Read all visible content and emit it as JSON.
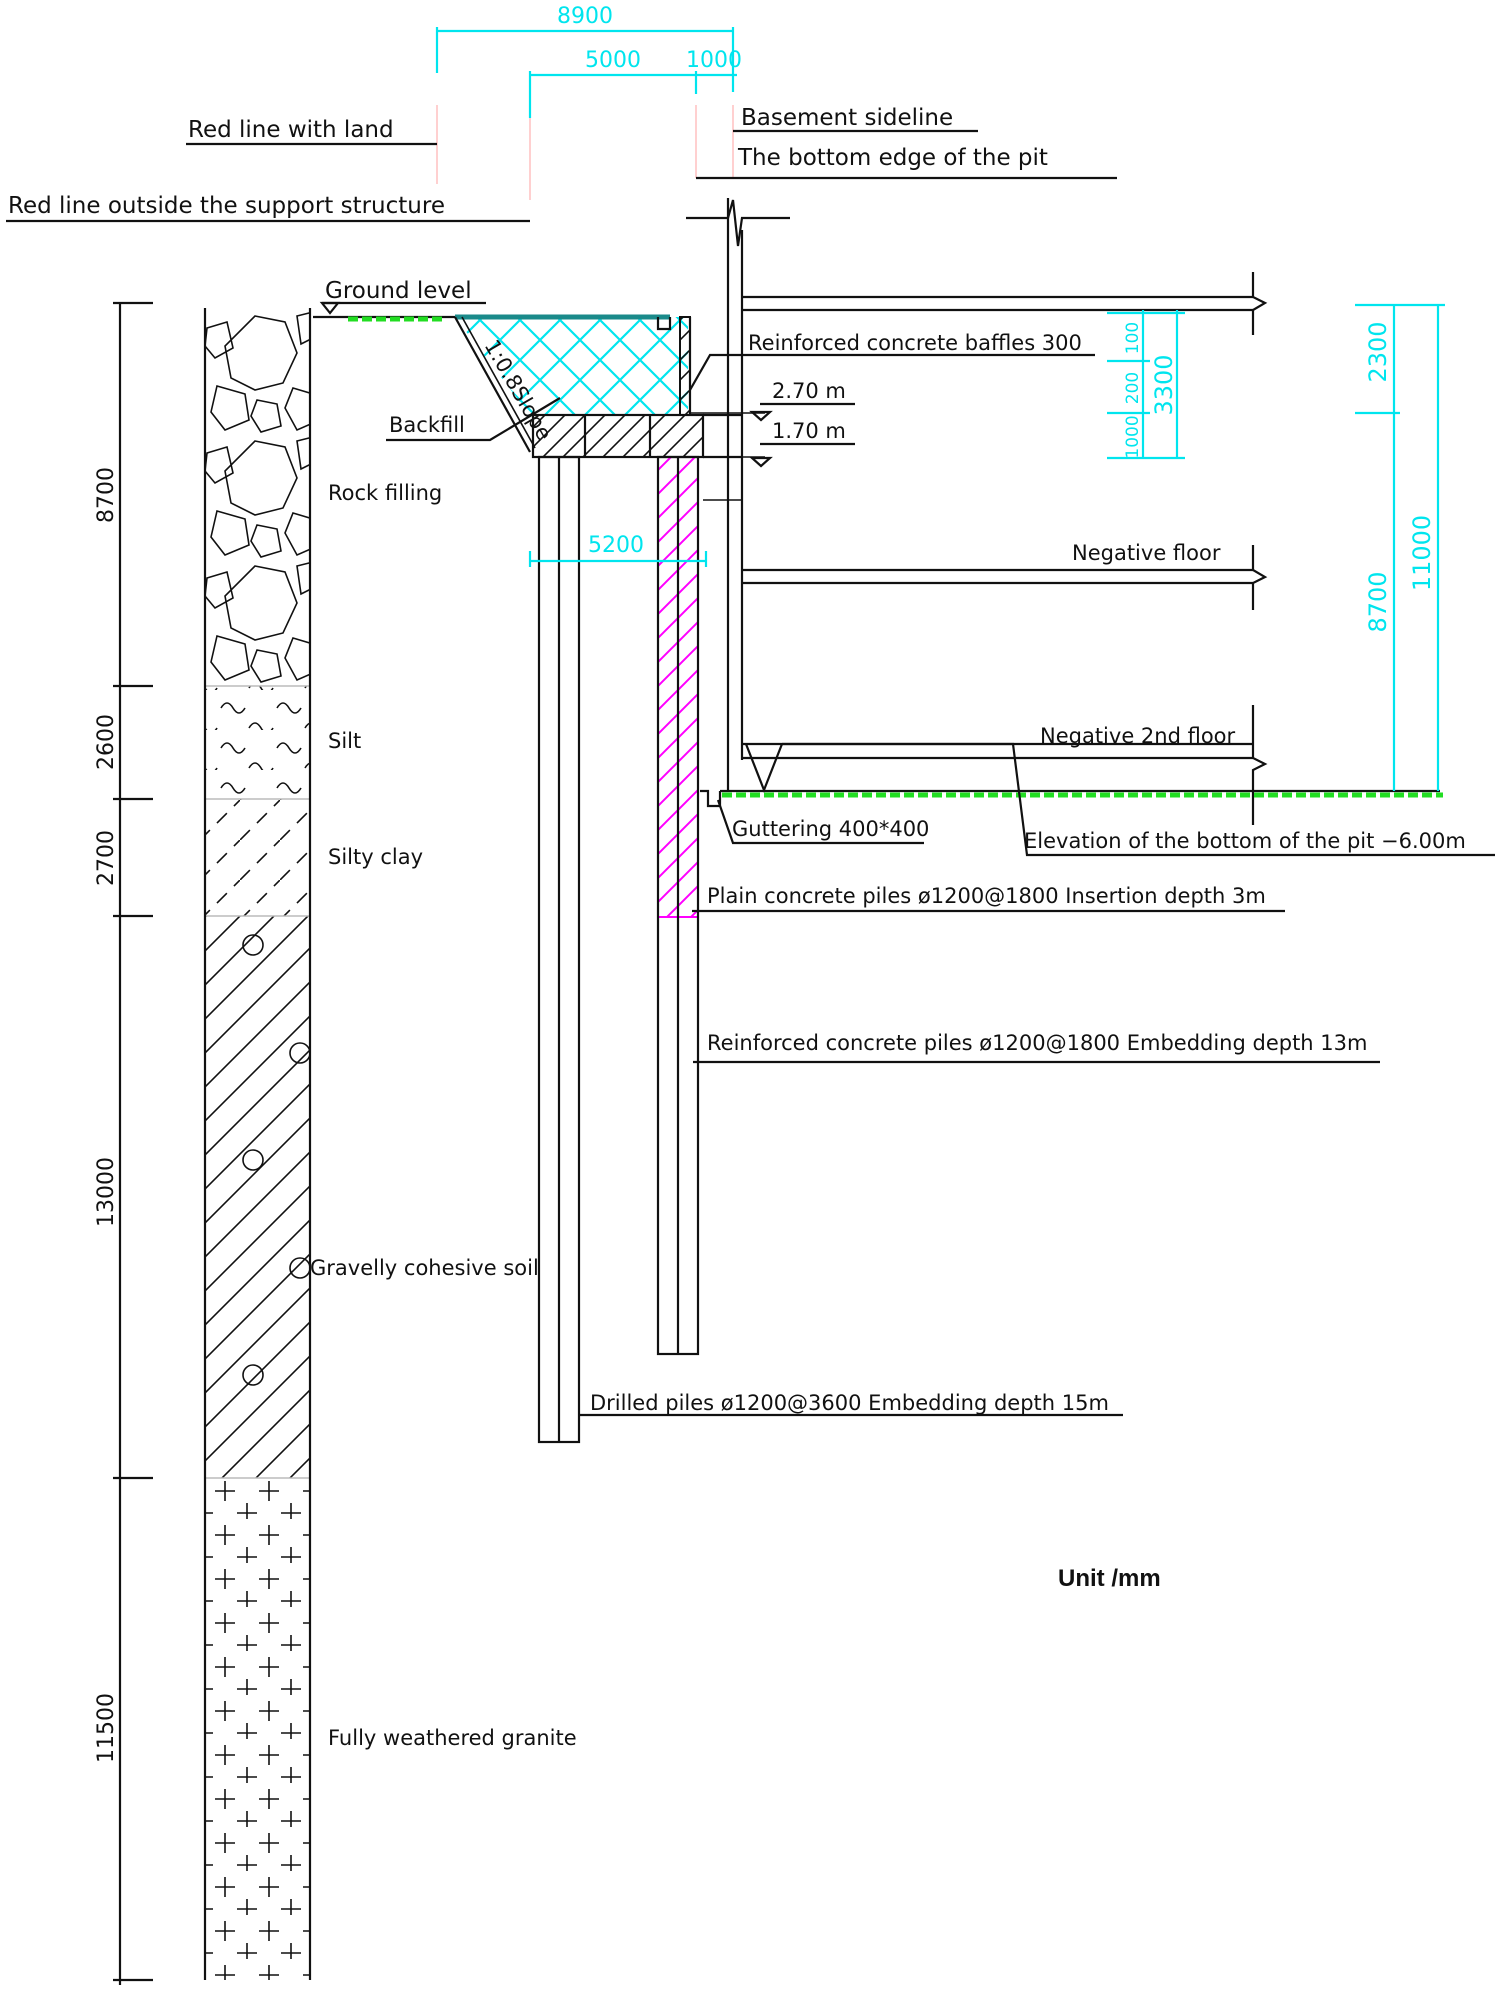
{
  "drawing": {
    "unit_label": "Unit /mm",
    "colors": {
      "dimension": "#00e5ee",
      "plain_pile_hatch": "#ff00ff",
      "ground_marker": "#22dd22",
      "line": "#111111",
      "red_line": "#ffb0b0"
    },
    "top_dimensions": {
      "total": "8900",
      "slope_width": "5000",
      "gap": "1000"
    },
    "top_labels": {
      "red_line_land": "Red line with land",
      "red_line_support": "Red line outside the support structure",
      "basement_sideline": "Basement sideline",
      "pit_bottom_edge": "The bottom edge of the pit"
    },
    "ground_level": "Ground level",
    "backfill": "Backfill",
    "slope": "1:0.8Slope",
    "baffles": "Reinforced concrete baffles 300",
    "elev_top": "2.70  m",
    "elev_mid": "1.70  m",
    "crown_beam_width": "5200",
    "right_small_dims": {
      "d1": "100",
      "d2": "200",
      "d3": "1000",
      "total": "3300"
    },
    "right_big_dims": {
      "upper": "2300",
      "lower": "8700",
      "total": "11000"
    },
    "floors": {
      "neg1": "Negative floor",
      "neg2": "Negative 2nd floor"
    },
    "guttering": "Guttering  400*400",
    "pit_bottom_elev": "Elevation of the bottom of the pit  −6.00m",
    "plain_piles": "Plain concrete piles ø1200@1800  Insertion depth 3m",
    "reinforced_piles": "Reinforced concrete piles ø1200@1800  Embedding depth 13m",
    "drilled_piles": "Drilled piles ø1200@3600  Embedding depth 15m",
    "strata": [
      {
        "name": "Rock filling",
        "thickness": "8700"
      },
      {
        "name": "Silt",
        "thickness": "2600"
      },
      {
        "name": "Silty clay",
        "thickness": "2700"
      },
      {
        "name": "Gravelly cohesive soil",
        "thickness": "13000"
      },
      {
        "name": "Fully weathered granite",
        "thickness": "11500"
      }
    ]
  }
}
